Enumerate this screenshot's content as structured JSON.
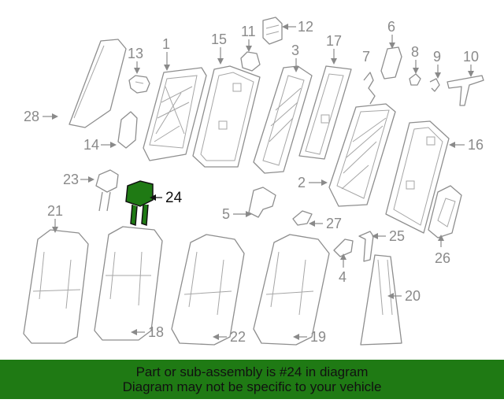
{
  "callouts": {
    "c1": "1",
    "c2": "2",
    "c3": "3",
    "c4": "4",
    "c5": "5",
    "c6": "6",
    "c7": "7",
    "c8": "8",
    "c9": "9",
    "c10": "10",
    "c11": "11",
    "c12": "12",
    "c13": "13",
    "c14": "14",
    "c15": "15",
    "c16": "16",
    "c17": "17",
    "c18": "18",
    "c19": "19",
    "c20": "20",
    "c21": "21",
    "c22": "22",
    "c23": "23",
    "c24": "24",
    "c25": "25",
    "c26": "26",
    "c27": "27",
    "c28": "28"
  },
  "highlight": {
    "part_number": "24",
    "color": "#1f7a14",
    "stroke": "#111111"
  },
  "banner": {
    "line1": "Part or sub-assembly is #24 in diagram",
    "line2": "Diagram may not be specific to your vehicle",
    "background": "#1f7a14"
  }
}
